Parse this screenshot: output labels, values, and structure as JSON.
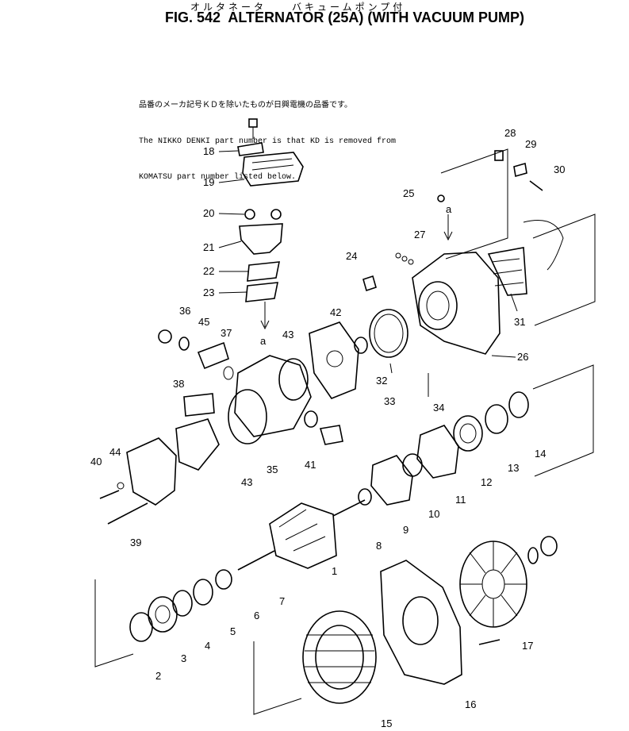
{
  "header": {
    "title_jp": "オルタネータ　　バキュームポンプ付",
    "title_en": "FIG. 542  ALTERNATOR (25A) (WITH VACUUM PUMP)"
  },
  "notes": [
    "品番のメーカ記号ＫＤを除いたものが日興電機の品番です。",
    "The NIKKO DENKI part number is that KD is removed from",
    "KOMATSU part number listed below."
  ],
  "view_marks": [
    "a",
    "a"
  ],
  "part_labels": [
    "1",
    "2",
    "3",
    "4",
    "5",
    "6",
    "7",
    "8",
    "9",
    "10",
    "11",
    "12",
    "13",
    "14",
    "15",
    "16",
    "17",
    "18",
    "19",
    "20",
    "21",
    "22",
    "23",
    "24",
    "25",
    "26",
    "27",
    "28",
    "29",
    "30",
    "31",
    "32",
    "33",
    "34",
    "35",
    "36",
    "37",
    "38",
    "39",
    "40",
    "41",
    "42",
    "43",
    "43",
    "44",
    "45"
  ]
}
